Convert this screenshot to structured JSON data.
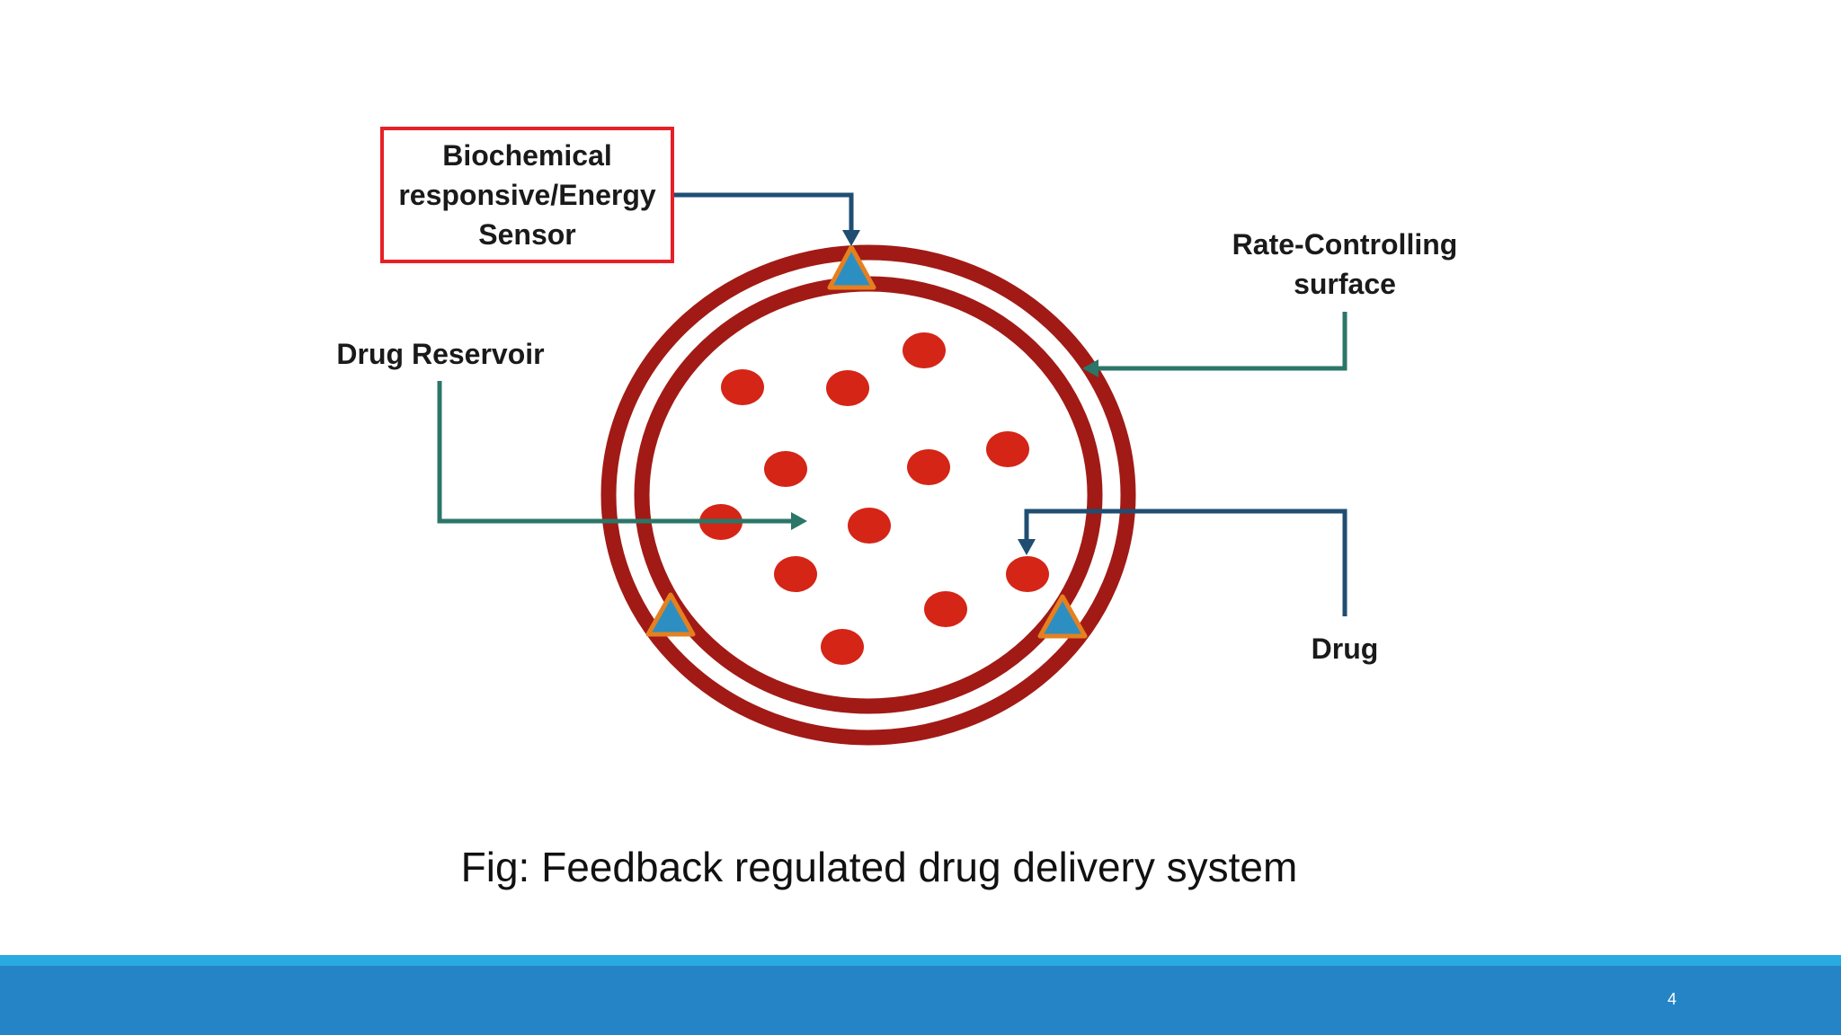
{
  "slide": {
    "caption": "Fig:  Feedback regulated drug delivery system",
    "page_number": "4"
  },
  "labels": {
    "sensor": [
      "Biochemical",
      "responsive/Energy",
      "Sensor"
    ],
    "rate_controlling": [
      "Rate-Controlling",
      "surface"
    ],
    "drug_reservoir": "Drug Reservoir",
    "drug": "Drug"
  },
  "colors": {
    "ring": "#a11a16",
    "particle": "#d42517",
    "sensor_triangle_fill": "#2d8fc1",
    "sensor_triangle_outline": "#e6801f",
    "arrow_teal": "#2b7668",
    "arrow_navy": "#1f4e72",
    "sensor_box_border": "#e52127",
    "footer_line": "#29abe2",
    "footer_bar": "#2584c6"
  },
  "icons": {
    "sensor_marker": "triangle-icon",
    "drug_particle": "circle-icon"
  }
}
